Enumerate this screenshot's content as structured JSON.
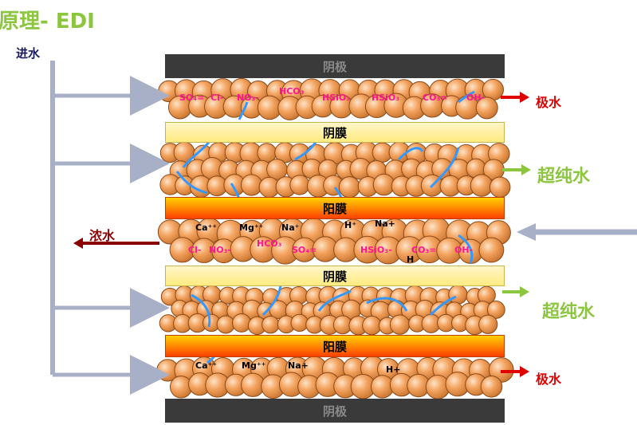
{
  "title": "原理- EDI",
  "inlet_label": "进水",
  "layers": {
    "anode_top": "阴极",
    "cation_membrane_1": "阴膜",
    "anion_membrane_1": "阳膜",
    "cation_membrane_2": "阴膜",
    "anion_membrane_2": "阳膜",
    "anode_bottom": "阴极"
  },
  "outlets": {
    "electrode_top": "极水",
    "pure_1": "超纯水",
    "concentrate": "浓水",
    "pure_2": "超纯水",
    "electrode_bottom": "极水"
  },
  "ions": {
    "top_row": [
      "SO₄=",
      "Cl-",
      "NO₃-",
      "HCO₃",
      "HSiO₃",
      "HSiO₃",
      "CO₃=",
      "OH-"
    ],
    "conc_cations": [
      "Ca⁺⁺",
      "Mg⁺⁺",
      "Na⁺",
      "H⁺",
      "Na+"
    ],
    "conc_anions": [
      "Cl-",
      "NO₃-",
      "HCO₃",
      "SO₄=",
      "HSiO₃-",
      "CO₃=",
      "OH-"
    ],
    "conc_extra": "H",
    "bottom_row": [
      "Ca⁺⁺",
      "Mg⁺⁺",
      "Na+",
      "H+"
    ]
  },
  "colors": {
    "title": "#8cc63f",
    "pure_water": "#8cc63f",
    "electrode_water": "#e00000",
    "concentrate": "#8b0000",
    "feed_pipe": "#a8b0c8",
    "ion_text": "#ff1493",
    "resin_bead": "#f4a460",
    "flow_arrow": "#3399ff"
  }
}
